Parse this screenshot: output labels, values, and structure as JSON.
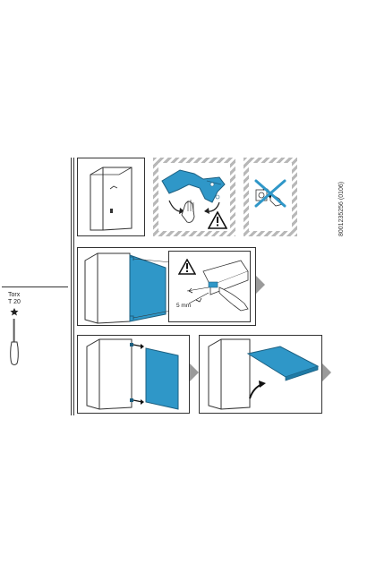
{
  "document_number": "8001235256 (0106)",
  "tool": {
    "name_line1": "Torx",
    "name_line2": "T 20",
    "icon": "screwdriver-icon"
  },
  "steps": {
    "gap_label": "5 mm"
  },
  "colors": {
    "accent_blue": "#2f97c8",
    "line": "#333333",
    "hatch": "#b8b8b8"
  }
}
